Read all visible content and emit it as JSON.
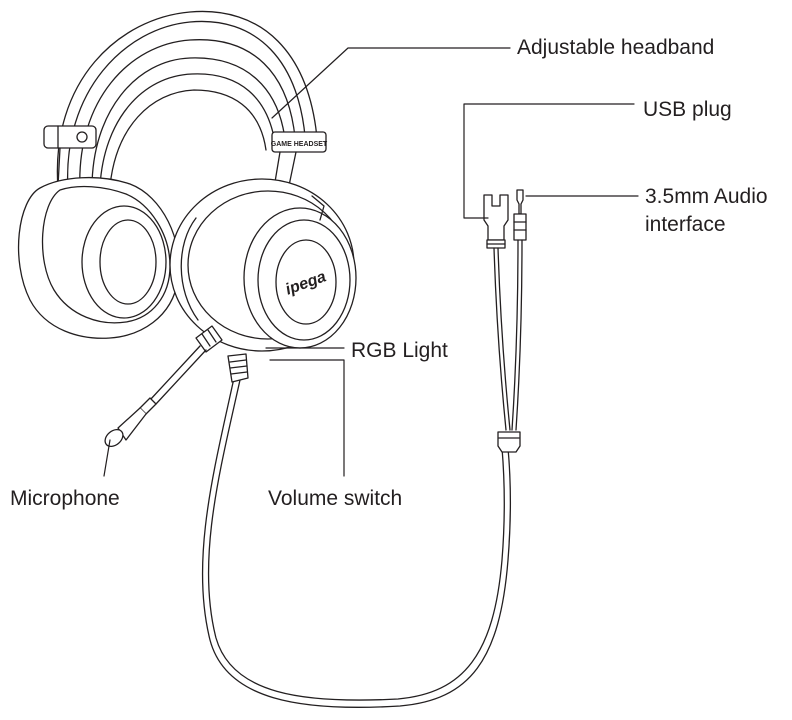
{
  "labels": {
    "headband": "Adjustable headband",
    "usb": "USB plug",
    "audio_line1": "3.5mm Audio",
    "audio_line2": "interface",
    "rgb": "RGB Light",
    "microphone": "Microphone",
    "volume": "Volume switch"
  },
  "product": {
    "logo": "ipega",
    "headband_tag": "GAME HEADSET"
  },
  "colors": {
    "line": "#231f20",
    "fill": "#ffffff"
  }
}
